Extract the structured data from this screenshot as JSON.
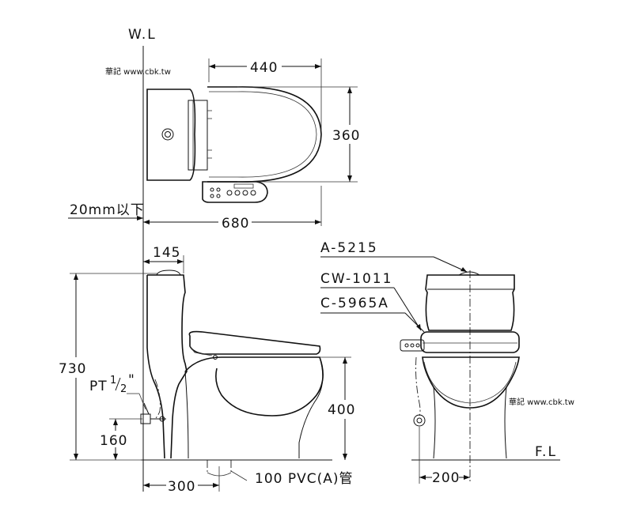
{
  "labels": {
    "wall_line": "W.L",
    "floor_line": "F.L",
    "watermark": "華記 www.cbk.tw",
    "wall_gap": "20mm以下",
    "pipe_thread_prefix": "PT",
    "pipe_thread_num": "1",
    "pipe_thread_den": "2",
    "pipe_thread_suffix": "\"",
    "drain_pipe": "100 PVC(A)管",
    "part_tank": "A-5215",
    "part_seat": "CW-1011",
    "part_bowl": "C-5965A"
  },
  "dimensions": {
    "seat_length": "440",
    "seat_width": "360",
    "total_depth": "680",
    "tank_depth": "145",
    "total_height": "730",
    "bowl_height": "400",
    "supply_height": "160",
    "rough_in": "300",
    "front_width": "200"
  }
}
